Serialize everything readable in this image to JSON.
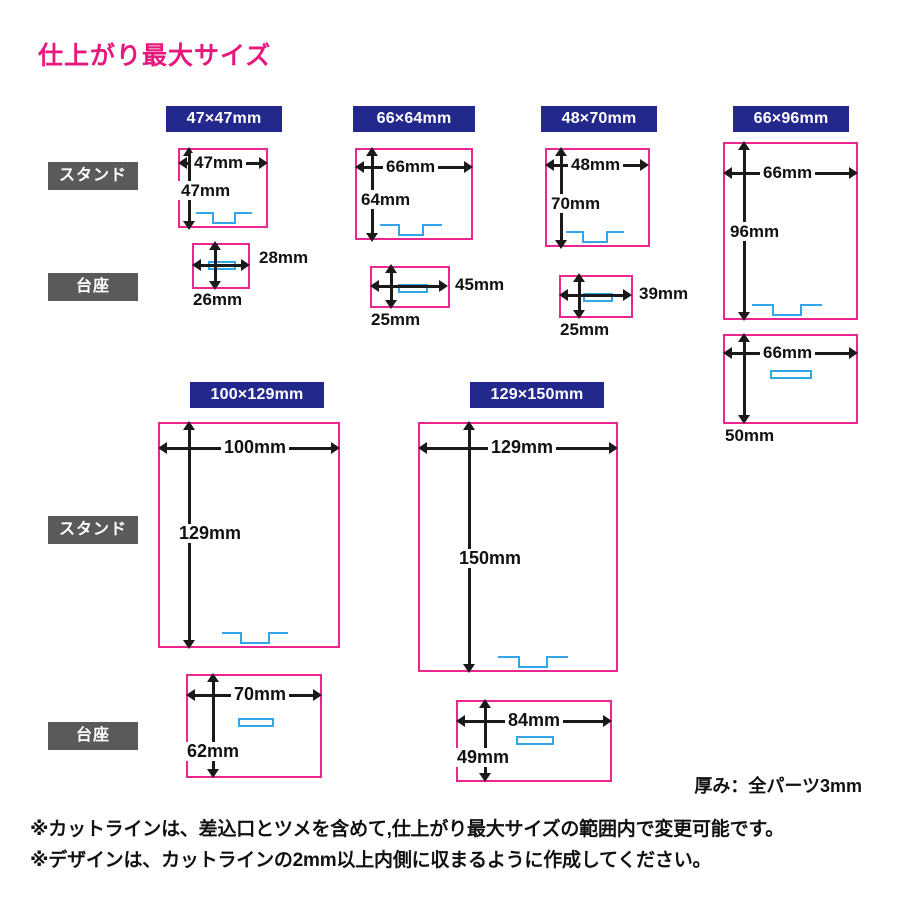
{
  "title": "仕上がり最大サイズ",
  "row_labels": {
    "stand": "スタンド",
    "base": "台座"
  },
  "groups": [
    {
      "id": "g47",
      "badge": "47×47mm",
      "stand": {
        "width_label": "47mm",
        "height_label": "47mm"
      },
      "base": {
        "width_label": "26mm",
        "height_label": "28mm"
      }
    },
    {
      "id": "g66x64",
      "badge": "66×64mm",
      "stand": {
        "width_label": "66mm",
        "height_label": "64mm"
      },
      "base": {
        "width_label": "25mm",
        "height_label": "45mm"
      }
    },
    {
      "id": "g48x70",
      "badge": "48×70mm",
      "stand": {
        "width_label": "48mm",
        "height_label": "70mm"
      },
      "base": {
        "width_label": "25mm",
        "height_label": "39mm"
      }
    },
    {
      "id": "g66x96",
      "badge": "66×96mm",
      "stand": {
        "width_label": "66mm",
        "height_label": "96mm"
      },
      "base": {
        "width_label": "66mm",
        "height_label": "50mm"
      }
    },
    {
      "id": "g100x129",
      "badge": "100×129mm",
      "stand": {
        "width_label": "100mm",
        "height_label": "129mm"
      },
      "base": {
        "width_label": "70mm",
        "height_label": "62mm"
      }
    },
    {
      "id": "g129x150",
      "badge": "129×150mm",
      "stand": {
        "width_label": "129mm",
        "height_label": "150mm"
      },
      "base": {
        "width_label": "84mm",
        "height_label": "49mm"
      }
    }
  ],
  "footer": {
    "thickness": "厚み：全パーツ3mm",
    "note1": "※カットラインは、差込口とツメを含めて,仕上がり最大サイズの範囲内で変更可能です。",
    "note2": "※デザインは、カットラインの2mm以上内側に収まるように作成してください。"
  },
  "colors": {
    "title_pink": "#e6187e",
    "cutline_pink": "#ec268f",
    "slot_cyan": "#33a6e8",
    "badge_navy": "#23298c",
    "row_label_gray": "#5a5a5a",
    "dimension_black": "#1a1a1a"
  }
}
